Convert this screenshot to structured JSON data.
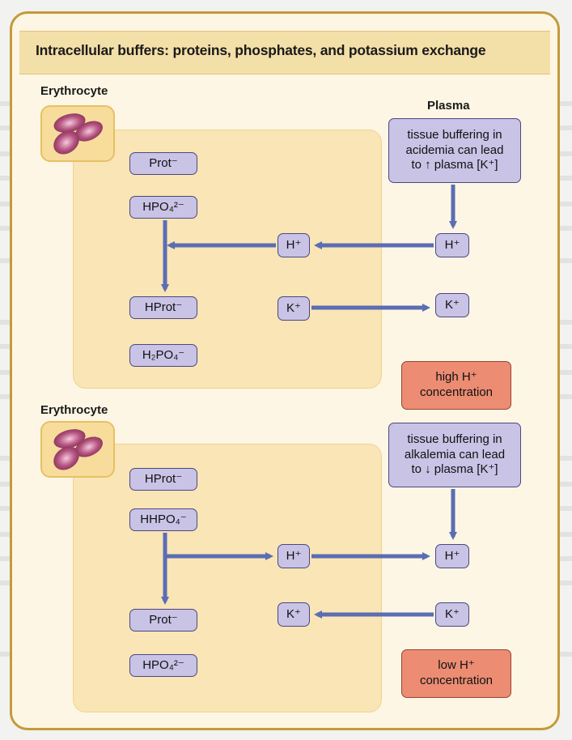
{
  "title": "Intracellular buffers: proteins, phosphates, and potassium exchange",
  "top": {
    "erythrocyte_label": "Erythrocyte",
    "plasma_label": "Plasma",
    "plasma_note": [
      "tissue buffering in",
      "acidemia can lead",
      "to ↑ plasma [K⁺]"
    ],
    "cell_boxes": [
      "Prot⁻",
      "HPO₄²⁻",
      "HProt⁻",
      "H₂PO₄⁻"
    ],
    "h_mid": "H⁺",
    "h_plasma": "H⁺",
    "k_mid": "K⁺",
    "k_plasma": "K⁺",
    "status": [
      "high H⁺",
      "concentration"
    ]
  },
  "bottom": {
    "erythrocyte_label": "Erythrocyte",
    "plasma_note": [
      "tissue buffering in",
      "alkalemia can lead",
      "to ↓ plasma [K⁺]"
    ],
    "cell_boxes": [
      "HProt⁻",
      "HHPO₄⁻",
      "Prot⁻",
      "HPO₄²⁻"
    ],
    "h_mid": "H⁺",
    "h_plasma": "H⁺",
    "k_mid": "K⁺",
    "k_plasma": "K⁺",
    "status": [
      "low H⁺",
      "concentration"
    ]
  },
  "colors": {
    "box_fill": "#c9c3e6",
    "box_border": "#4c4780",
    "arrow": "#5b6db3",
    "status_fill": "#ec8c73",
    "frame": "#c49a3a"
  }
}
